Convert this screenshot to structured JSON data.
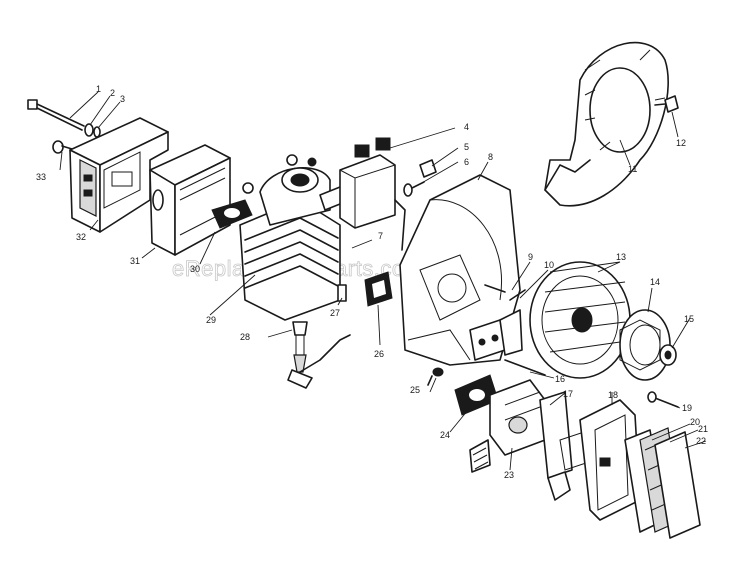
{
  "watermark": "eReplacementParts.com",
  "labels": {
    "n1": "1",
    "n2": "2",
    "n3": "3",
    "n4": "4",
    "n5": "5",
    "n6": "6",
    "n7": "7",
    "n8": "8",
    "n9": "9",
    "n10": "10",
    "n11": "11",
    "n12": "12",
    "n13": "13",
    "n14": "14",
    "n15": "15",
    "n16": "16",
    "n17": "17",
    "n18": "18",
    "n19": "19",
    "n20": "20",
    "n21": "21",
    "n22": "22",
    "n23": "23",
    "n24": "24",
    "n25": "25",
    "n26": "26",
    "n27": "27",
    "n28": "28",
    "n29": "29",
    "n30": "30",
    "n31": "31",
    "n32": "32",
    "n33": "33"
  }
}
